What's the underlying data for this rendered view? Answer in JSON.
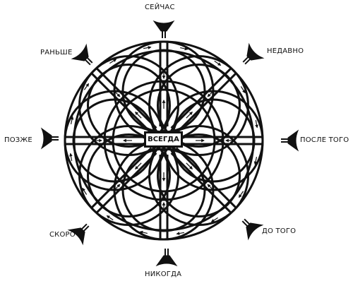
{
  "center_label": "ВСЕГДА",
  "outer_labels": {
    "top": "СЕЙЧАС",
    "top_right": "НЕДАВНО",
    "right": "ПОСЛЕ ТОГО",
    "bottom_right": "ДО ТОГО",
    "bottom": "НИКОГДА",
    "bottom_left": "СКОРО",
    "left": "ПОЗЖЕ",
    "top_left": "РАНЬШЕ"
  },
  "colors": {
    "ink": "#111111",
    "paper": "#ffffff"
  }
}
